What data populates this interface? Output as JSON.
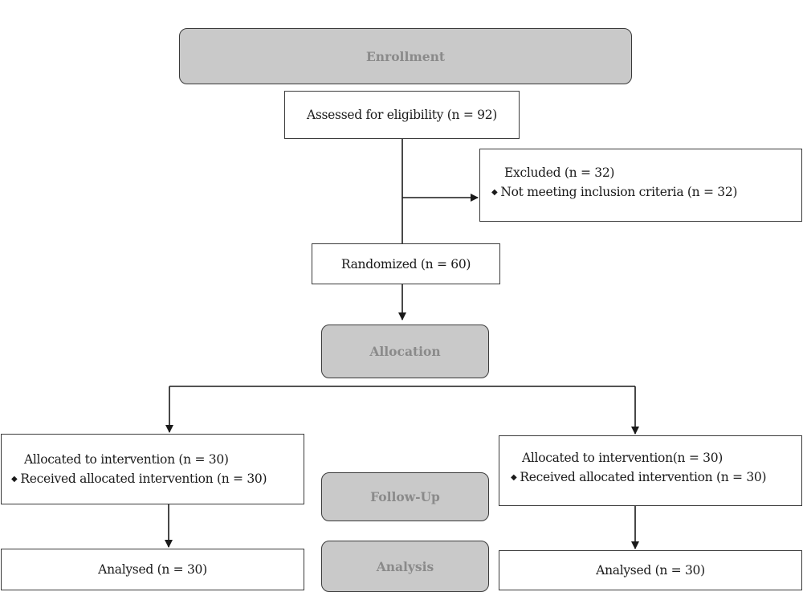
{
  "stages": {
    "enrollment": "Enrollment",
    "allocation": "Allocation",
    "follow_up": "Follow-Up",
    "analysis": "Analysis"
  },
  "boxes": {
    "assessed": "Assessed for eligibility (n = 92)",
    "excluded_title": "Excluded  (n = 32)",
    "excluded_reason": "Not meeting inclusion criteria (n = 32)",
    "randomized": "Randomized (n = 60)",
    "left_allocated": "Allocated to intervention (n = 30)",
    "left_received": "Received allocated intervention (n = 30)",
    "right_allocated": "Allocated to intervention(n = 30)",
    "right_received": "Received allocated intervention (n = 30)",
    "left_analysed": "Analysed (n = 30)",
    "right_analysed": "Analysed  (n = 30)"
  },
  "bullet_glyph": "◆"
}
